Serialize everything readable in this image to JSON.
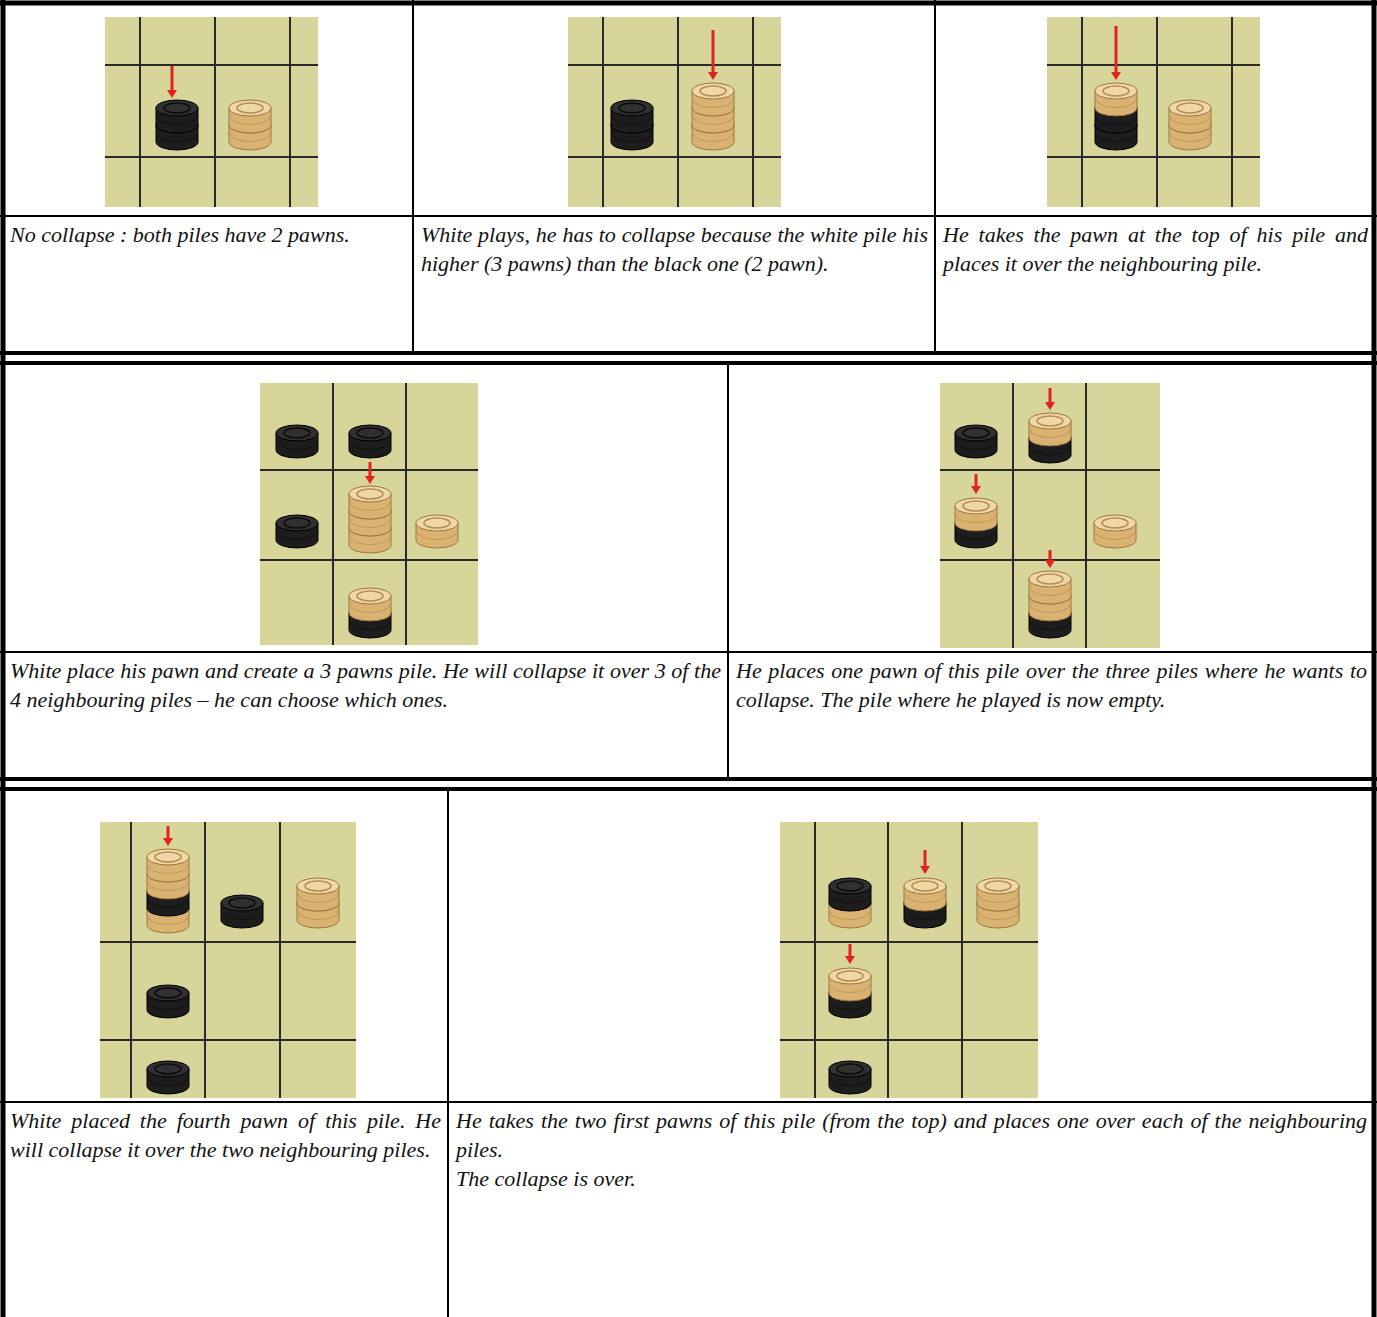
{
  "diagram": {
    "labels": [
      "No collapse : both piles have 2 pawns.",
      "White plays, he has to collapse because the white pile his higher (3 pawns) than the black one (2 pawn).",
      "He takes the pawn at the top of his pile and places it over the neighbouring pile.",
      "White place his pawn and create a 3 pawns pile. He will collapse it over 3 of the 4 neighbouring piles – he can choose which ones.",
      "He places one pawn of this pile over the three piles where he wants to collapse. The pile where he played is now empty.",
      "White placed the fourth pawn of this pile. He will collapse it over the two neighbouring piles.",
      "He takes the two first pawns of this pile (from the top) and places one over each of the neighbouring piles.",
      "The collapse is over."
    ]
  }
}
